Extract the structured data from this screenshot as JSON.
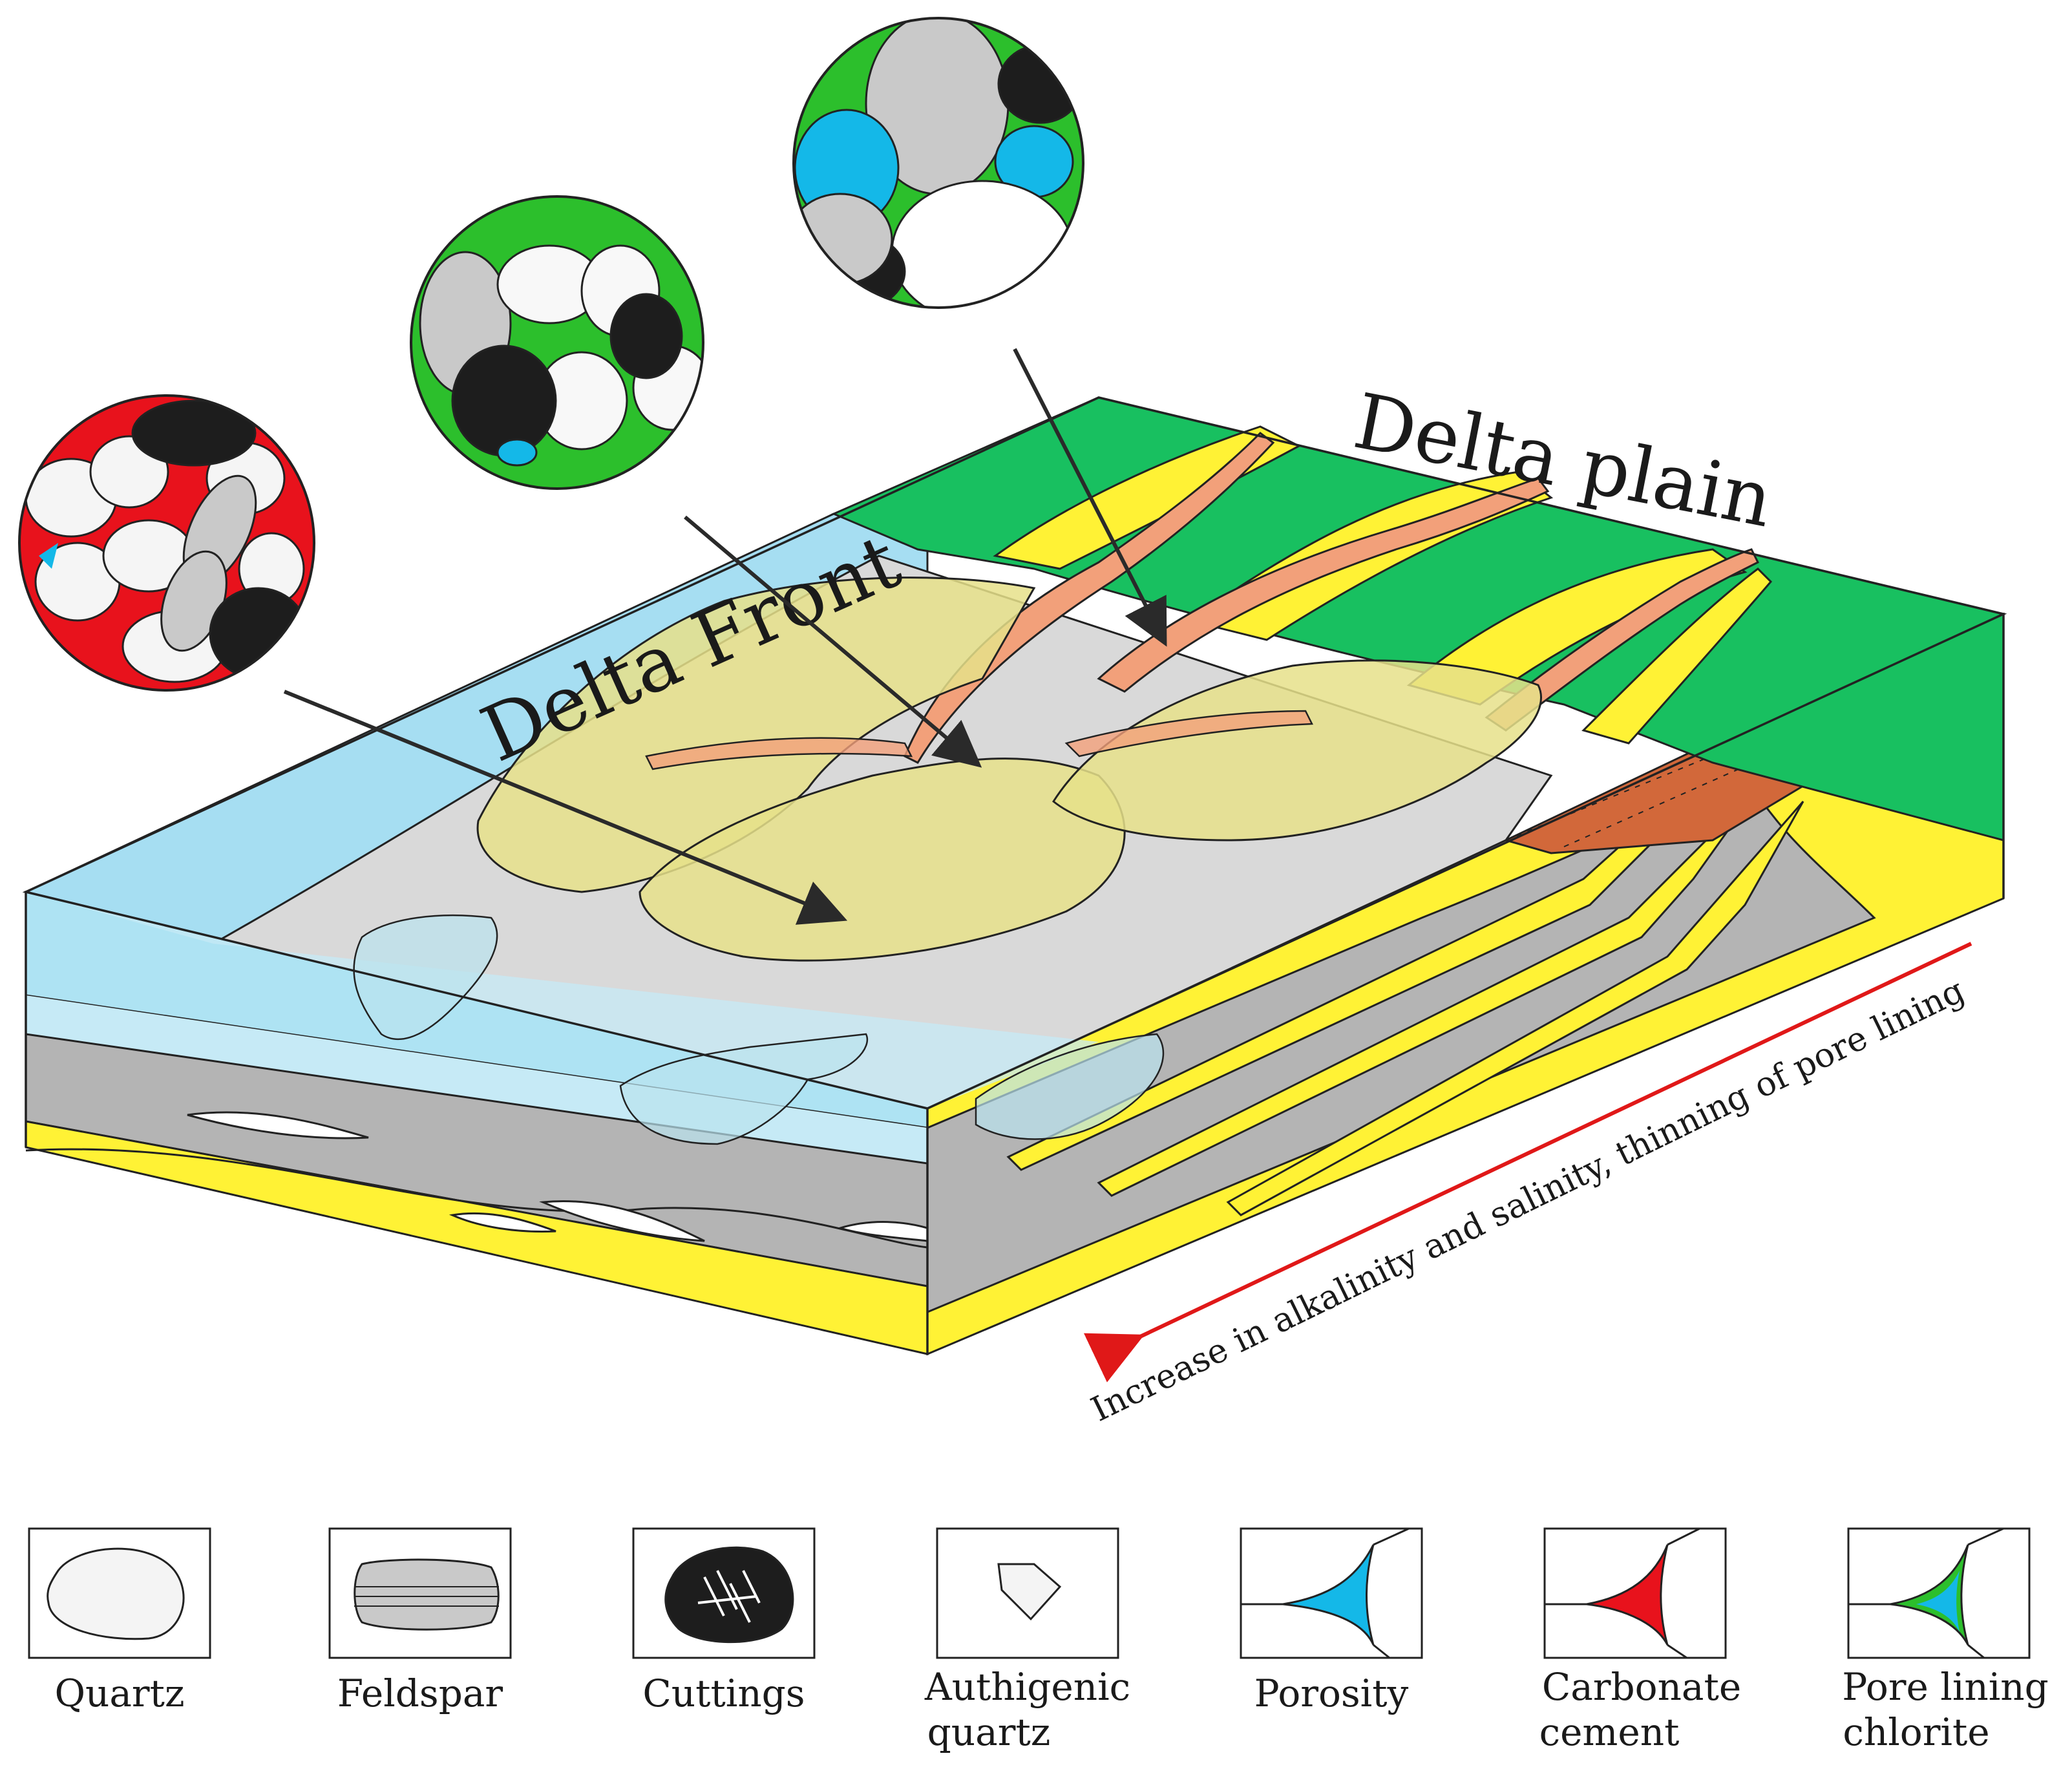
{
  "labels": {
    "delta_plain": "Delta  plain",
    "delta_front": "Delta Front",
    "gradient_arrow": "Increase in alkalinity and salinity, thinning of pore lining"
  },
  "legend": [
    {
      "line1": "Quartz",
      "line2": ""
    },
    {
      "line1": "Feldspar",
      "line2": ""
    },
    {
      "line1": "Cuttings",
      "line2": ""
    },
    {
      "line1": "Authigenic",
      "line2": "quartz"
    },
    {
      "line1": "Porosity",
      "line2": ""
    },
    {
      "line1": "Carbonate",
      "line2": "cement"
    },
    {
      "line1": "Pore lining",
      "line2": "chlorite"
    }
  ],
  "colors": {
    "water": "#b9e6f2",
    "plain_green": "#18c060",
    "sand_yellow": "#fff235",
    "lobe": "#e6e08a",
    "channel": "#f2a07a",
    "mud_grey": "#b4b4b4",
    "pore_blue": "#14b8e8",
    "carbonate_red": "#e8121c",
    "chlorite_green": "#2cbf2c",
    "cuttings_black": "#1d1d1d",
    "arrow_red": "#e01818",
    "carbonate_brown": "#d2683a"
  }
}
